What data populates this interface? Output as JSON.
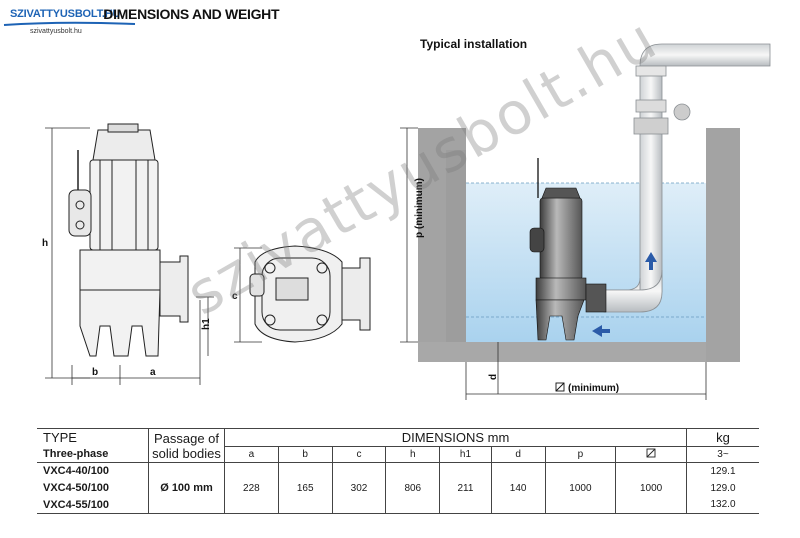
{
  "logo": {
    "line1": "SZIVATTYUSBOLT.HU",
    "line2": "szivattyusbolt.hu"
  },
  "header": {
    "title": "DIMENSIONS AND WEIGHT"
  },
  "installation": {
    "title": "Typical installation"
  },
  "dim_labels": {
    "h": "h",
    "b": "b",
    "a": "a",
    "h1": "h1",
    "c": "c",
    "p": "p (minimum)",
    "d": "d",
    "min": "(minimum)"
  },
  "watermark": "szivattyusbolt.hu",
  "table": {
    "type_label": "TYPE",
    "phase_label": "Three-phase",
    "passage_label_1": "Passage of",
    "passage_label_2": "solid bodies",
    "passage_value": "Ø 100 mm",
    "dimensions_label": "DIMENSIONS mm",
    "kg_label": "kg",
    "kg_sub": "3~",
    "columns": [
      "a",
      "b",
      "c",
      "h",
      "h1",
      "d",
      "p"
    ],
    "dims": {
      "a": "228",
      "b": "165",
      "c": "302",
      "h": "806",
      "h1": "211",
      "d": "140",
      "p": "1000",
      "min": "1000"
    },
    "rows": [
      {
        "type": "VXC4-40/100",
        "kg": "129.1"
      },
      {
        "type": "VXC4-50/100",
        "kg": "129.0"
      },
      {
        "type": "VXC4-55/100",
        "kg": "132.0"
      }
    ]
  }
}
